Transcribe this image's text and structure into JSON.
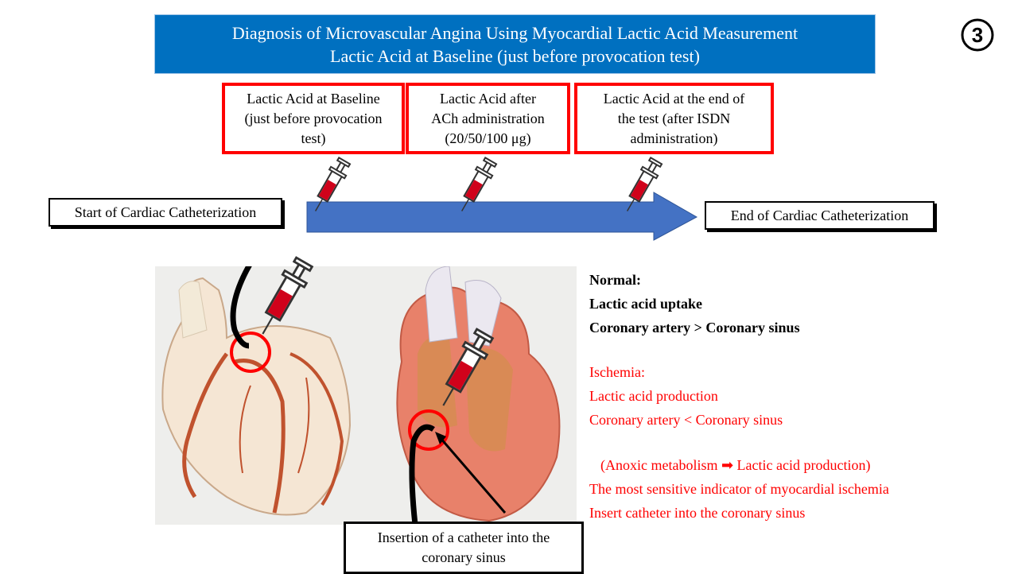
{
  "title": {
    "line1": "Diagnosis of Microvascular Angina Using Myocardial Lactic Acid Measurement",
    "line2": "Lactic Acid at Baseline (just before provocation test)",
    "background_color": "#0070c0"
  },
  "slide_badge": "③",
  "measurement_boxes": [
    {
      "lines": [
        "Lactic Acid at Baseline",
        "(just before provocation",
        "test)"
      ]
    },
    {
      "lines": [
        "Lactic Acid after",
        "ACh administration",
        "(20/50/100 μg)"
      ]
    },
    {
      "lines": [
        "Lactic Acid at the end of",
        "the test (after ISDN",
        "administration)"
      ]
    }
  ],
  "timeline": {
    "start_label": "Start of Cardiac Catheterization",
    "end_label": "End of Cardiac Catheterization",
    "arrow_color": "#4472c4",
    "syringe_icons": [
      "syringe-icon",
      "syringe-icon",
      "syringe-icon"
    ]
  },
  "illustration": {
    "left": "coronary-arteries-heart-illustration",
    "right": "heart-cross-section-illustration",
    "caption_lines": [
      "Insertion of a catheter into the",
      "coronary sinus"
    ]
  },
  "notes": {
    "normal": [
      "Normal:",
      "Lactic acid uptake",
      "Coronary artery > Coronary sinus"
    ],
    "ischemia": [
      "Ischemia:",
      "Lactic acid production",
      "Coronary artery < Coronary sinus"
    ],
    "extra": [
      "(Anoxic metabolism ➡ Lactic acid production)",
      "The most sensitive indicator of myocardial ischemia",
      "Insert catheter into the coronary sinus"
    ],
    "accent_color": "#ff0000"
  }
}
